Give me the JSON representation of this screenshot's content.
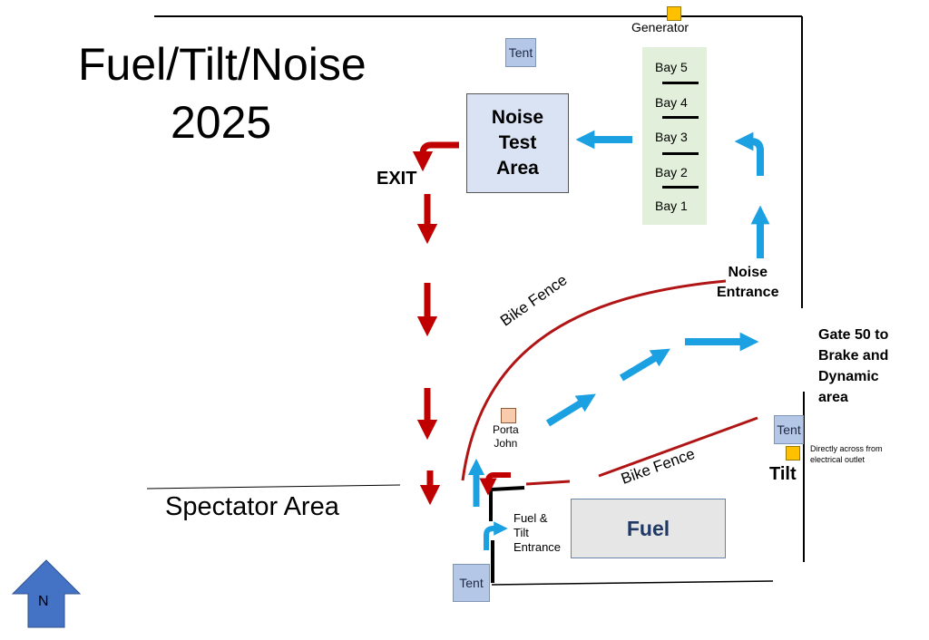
{
  "title": {
    "line1": "Fuel/Tilt/Noise",
    "line2": "2025"
  },
  "areas": {
    "noise_test": [
      "Noise",
      "Test",
      "Area"
    ],
    "fuel": "Fuel",
    "spectator": "Spectator Area",
    "bays": [
      "Bay  5",
      "Bay  4",
      "Bay  3",
      "Bay  2",
      "Bay  1"
    ]
  },
  "labels": {
    "generator": "Generator",
    "exit": "EXIT",
    "noise_entrance": [
      "Noise",
      "Entrance"
    ],
    "gate50": [
      "Gate 50 to",
      "Brake and",
      "Dynamic",
      "area"
    ],
    "bike_fence": "Bike Fence",
    "porta_john": [
      "Porta",
      "John"
    ],
    "fuel_tilt_entrance": [
      "Fuel &",
      "Tilt",
      "Entrance"
    ],
    "tilt": "Tilt",
    "tilt_note": [
      "Directly across from",
      "electrical outlet"
    ],
    "tent": "Tent",
    "north": "N"
  },
  "colors": {
    "exit_route": "#c00000",
    "entry_route": "#1ba1e2",
    "fence": "#b01414",
    "bay_area": "#e2efda",
    "noise_area": "#dae3f3",
    "fuel_area": "#e7e6e6",
    "tent": "#b4c7e7",
    "marker": "#ffc000",
    "porta_john": "#f8cbad",
    "north_arrow": "#4472c4"
  }
}
